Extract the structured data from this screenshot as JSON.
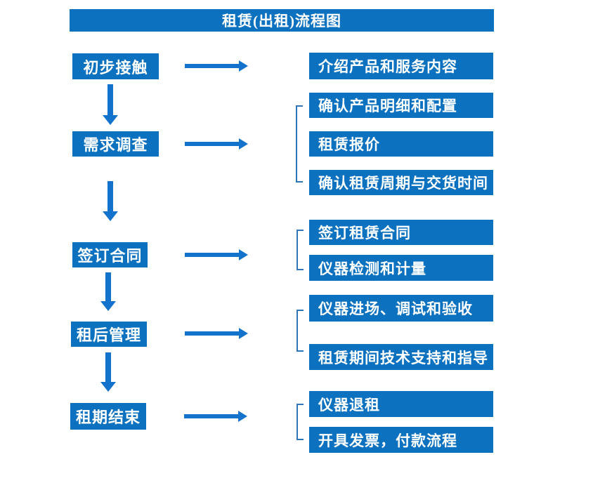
{
  "title": "租赁(出租)流程图",
  "steps": [
    {
      "label": "初步接触",
      "details": [
        "介绍产品和服务内容"
      ]
    },
    {
      "label": "需求调查",
      "details": [
        "确认产品明细和配置",
        "租赁报价",
        "确认租赁周期与交货时间"
      ]
    },
    {
      "label": "签订合同",
      "details": [
        "签订租赁合同",
        "仪器检测和计量"
      ]
    },
    {
      "label": "租后管理",
      "details": [
        "仪器进场、调试和验收",
        "租赁期间技术支持和指导"
      ]
    },
    {
      "label": "租期结束",
      "details": [
        "仪器退租",
        "开具发票，付款流程"
      ]
    }
  ],
  "colors": {
    "box_fill": "#0C71BE",
    "arrow": "#1272CC",
    "bracket": "#2E75B6",
    "text": "#FFFFFF",
    "background": "#FFFFFF"
  }
}
